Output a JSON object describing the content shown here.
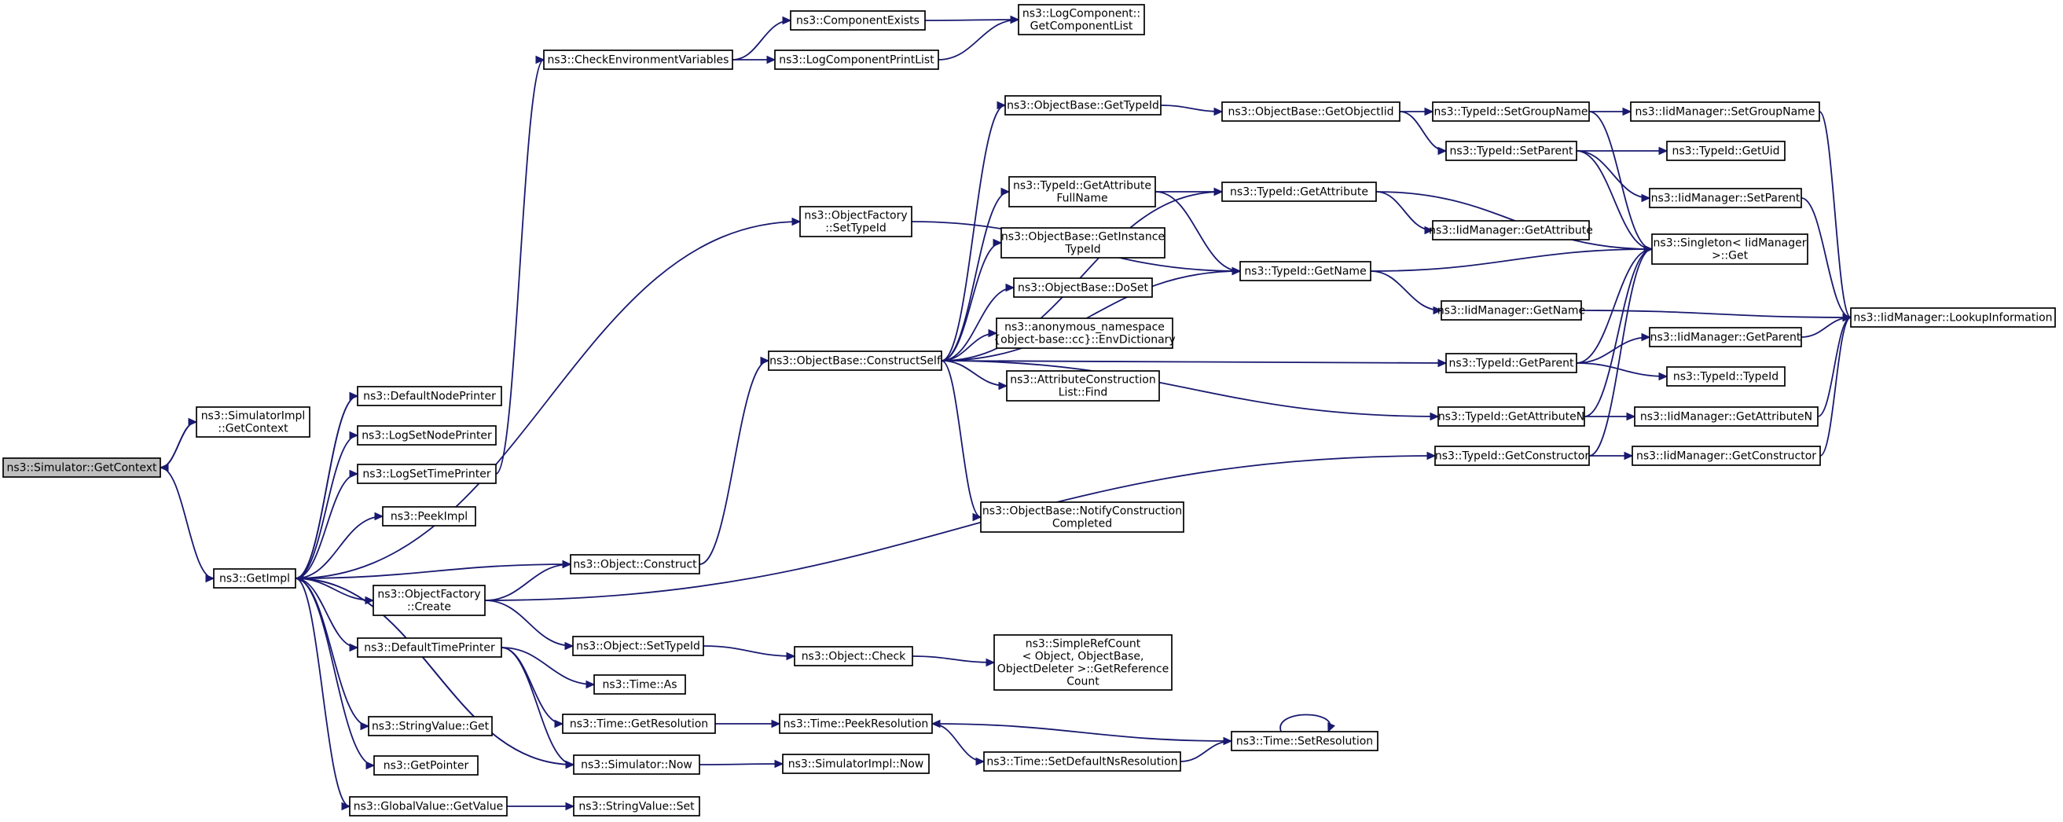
{
  "graph": {
    "nodes": [
      {
        "id": "sim_getcontext",
        "lines": [
          "ns3::Simulator::GetContext"
        ],
        "root": true
      },
      {
        "id": "simimpl_getcontext",
        "lines": [
          "ns3::SimulatorImpl",
          "::GetContext"
        ]
      },
      {
        "id": "getimpl",
        "lines": [
          "ns3::GetImpl"
        ]
      },
      {
        "id": "defaultnodeprinter",
        "lines": [
          "ns3::DefaultNodePrinter"
        ]
      },
      {
        "id": "logsetnodeprinter",
        "lines": [
          "ns3::LogSetNodePrinter"
        ]
      },
      {
        "id": "logsettimeprinter",
        "lines": [
          "ns3::LogSetTimePrinter"
        ]
      },
      {
        "id": "peekimpl",
        "lines": [
          "ns3::PeekImpl"
        ]
      },
      {
        "id": "objfactory_create",
        "lines": [
          "ns3::ObjectFactory",
          "::Create"
        ]
      },
      {
        "id": "defaulttimeprinter",
        "lines": [
          "ns3::DefaultTimePrinter"
        ]
      },
      {
        "id": "stringvalue_get",
        "lines": [
          "ns3::StringValue::Get"
        ]
      },
      {
        "id": "getpointer",
        "lines": [
          "ns3::GetPointer"
        ]
      },
      {
        "id": "globalvalue_getvalue",
        "lines": [
          "ns3::GlobalValue::GetValue"
        ]
      },
      {
        "id": "checkenv",
        "lines": [
          "ns3::CheckEnvironmentVariables"
        ]
      },
      {
        "id": "componentexists",
        "lines": [
          "ns3::ComponentExists"
        ]
      },
      {
        "id": "logcomponentprintlist",
        "lines": [
          "ns3::LogComponentPrintList"
        ]
      },
      {
        "id": "getcomponentlist",
        "lines": [
          "ns3::LogComponent::",
          "GetComponentList"
        ]
      },
      {
        "id": "objfactory_settypeid",
        "lines": [
          "ns3::ObjectFactory",
          "::SetTypeId"
        ]
      },
      {
        "id": "object_construct",
        "lines": [
          "ns3::Object::Construct"
        ]
      },
      {
        "id": "constructself",
        "lines": [
          "ns3::ObjectBase::ConstructSelf"
        ]
      },
      {
        "id": "object_settypeid",
        "lines": [
          "ns3::Object::SetTypeId"
        ]
      },
      {
        "id": "time_as",
        "lines": [
          "ns3::Time::As"
        ]
      },
      {
        "id": "time_getresolution",
        "lines": [
          "ns3::Time::GetResolution"
        ]
      },
      {
        "id": "simulator_now",
        "lines": [
          "ns3::Simulator::Now"
        ]
      },
      {
        "id": "stringvalue_set",
        "lines": [
          "ns3::StringValue::Set"
        ]
      },
      {
        "id": "objbase_gettypeid",
        "lines": [
          "ns3::ObjectBase::GetTypeId"
        ]
      },
      {
        "id": "typeid_getattrfullname",
        "lines": [
          "ns3::TypeId::GetAttribute",
          "FullName"
        ]
      },
      {
        "id": "getinstancetypeid",
        "lines": [
          "ns3::ObjectBase::GetInstance",
          "TypeId"
        ]
      },
      {
        "id": "doset",
        "lines": [
          "ns3::ObjectBase::DoSet"
        ]
      },
      {
        "id": "envdictionary",
        "lines": [
          "ns3::anonymous_namespace",
          "{object-base::cc}::EnvDictionary"
        ]
      },
      {
        "id": "attrconstrlist_find",
        "lines": [
          "ns3::AttributeConstruction",
          "List::Find"
        ]
      },
      {
        "id": "notifyconstruction",
        "lines": [
          "ns3::ObjectBase::NotifyConstruction",
          "Completed"
        ]
      },
      {
        "id": "object_check",
        "lines": [
          "ns3::Object::Check"
        ]
      },
      {
        "id": "time_peekresolution",
        "lines": [
          "ns3::Time::PeekResolution"
        ]
      },
      {
        "id": "simulatorimpl_now",
        "lines": [
          "ns3::SimulatorImpl::Now"
        ]
      },
      {
        "id": "simplerefcount",
        "lines": [
          "ns3::SimpleRefCount",
          "< Object, ObjectBase,",
          "ObjectDeleter >::GetReference",
          "Count"
        ]
      },
      {
        "id": "time_setdefaultns",
        "lines": [
          "ns3::Time::SetDefaultNsResolution"
        ]
      },
      {
        "id": "time_setresolution",
        "lines": [
          "ns3::Time::SetResolution"
        ]
      },
      {
        "id": "getobjectiid",
        "lines": [
          "ns3::ObjectBase::GetObjectIid"
        ]
      },
      {
        "id": "typeid_getattribute",
        "lines": [
          "ns3::TypeId::GetAttribute"
        ]
      },
      {
        "id": "typeid_getname",
        "lines": [
          "ns3::TypeId::GetName"
        ]
      },
      {
        "id": "typeid_setgroupname",
        "lines": [
          "ns3::TypeId::SetGroupName"
        ]
      },
      {
        "id": "typeid_setparent",
        "lines": [
          "ns3::TypeId::SetParent"
        ]
      },
      {
        "id": "iidmgr_getattribute",
        "lines": [
          "ns3::IidManager::GetAttribute"
        ]
      },
      {
        "id": "iidmgr_getname",
        "lines": [
          "ns3::IidManager::GetName"
        ]
      },
      {
        "id": "typeid_getparent",
        "lines": [
          "ns3::TypeId::GetParent"
        ]
      },
      {
        "id": "typeid_getattributen",
        "lines": [
          "ns3::TypeId::GetAttributeN"
        ]
      },
      {
        "id": "typeid_getconstructor",
        "lines": [
          "ns3::TypeId::GetConstructor"
        ]
      },
      {
        "id": "iidmgr_setgroupname",
        "lines": [
          "ns3::IidManager::SetGroupName"
        ]
      },
      {
        "id": "typeid_getuid",
        "lines": [
          "ns3::TypeId::GetUid"
        ]
      },
      {
        "id": "iidmgr_setparent",
        "lines": [
          "ns3::IidManager::SetParent"
        ]
      },
      {
        "id": "singleton_get",
        "lines": [
          "ns3::Singleton< IidManager",
          ">::Get"
        ]
      },
      {
        "id": "iidmgr_getparent",
        "lines": [
          "ns3::IidManager::GetParent"
        ]
      },
      {
        "id": "typeid_typeid",
        "lines": [
          "ns3::TypeId::TypeId"
        ]
      },
      {
        "id": "iidmgr_getattributen",
        "lines": [
          "ns3::IidManager::GetAttributeN"
        ]
      },
      {
        "id": "iidmgr_getconstructor",
        "lines": [
          "ns3::IidManager::GetConstructor"
        ]
      },
      {
        "id": "iidmgr_lookupinformation",
        "lines": [
          "ns3::IidManager::LookupInformation"
        ]
      }
    ],
    "edges": [
      [
        "sim_getcontext",
        "simimpl_getcontext"
      ],
      [
        "sim_getcontext",
        "getimpl"
      ],
      [
        "simimpl_getcontext",
        "sim_getcontext"
      ],
      [
        "getimpl",
        "defaultnodeprinter"
      ],
      [
        "getimpl",
        "logsetnodeprinter"
      ],
      [
        "getimpl",
        "logsettimeprinter"
      ],
      [
        "getimpl",
        "peekimpl"
      ],
      [
        "getimpl",
        "objfactory_settypeid"
      ],
      [
        "getimpl",
        "object_construct"
      ],
      [
        "getimpl",
        "objfactory_create"
      ],
      [
        "getimpl",
        "defaulttimeprinter"
      ],
      [
        "getimpl",
        "stringvalue_get"
      ],
      [
        "getimpl",
        "getpointer"
      ],
      [
        "getimpl",
        "globalvalue_getvalue"
      ],
      [
        "getimpl",
        "simulator_now"
      ],
      [
        "getimpl",
        "defaultnodeprinter"
      ],
      [
        "logsettimeprinter",
        "checkenv"
      ],
      [
        "checkenv",
        "componentexists"
      ],
      [
        "checkenv",
        "logcomponentprintlist"
      ],
      [
        "componentexists",
        "getcomponentlist"
      ],
      [
        "logcomponentprintlist",
        "getcomponentlist"
      ],
      [
        "objfactory_settypeid",
        "typeid_getname"
      ],
      [
        "object_construct",
        "constructself"
      ],
      [
        "objfactory_create",
        "object_construct"
      ],
      [
        "objfactory_create",
        "object_settypeid"
      ],
      [
        "objfactory_create",
        "typeid_getconstructor"
      ],
      [
        "defaulttimeprinter",
        "time_as"
      ],
      [
        "defaulttimeprinter",
        "time_getresolution"
      ],
      [
        "defaulttimeprinter",
        "simulator_now"
      ],
      [
        "simulator_now",
        "getimpl"
      ],
      [
        "globalvalue_getvalue",
        "stringvalue_set"
      ],
      [
        "constructself",
        "objbase_gettypeid"
      ],
      [
        "constructself",
        "typeid_getattrfullname"
      ],
      [
        "constructself",
        "getinstancetypeid"
      ],
      [
        "constructself",
        "doset"
      ],
      [
        "constructself",
        "envdictionary"
      ],
      [
        "constructself",
        "attrconstrlist_find"
      ],
      [
        "constructself",
        "notifyconstruction"
      ],
      [
        "constructself",
        "typeid_getattribute"
      ],
      [
        "constructself",
        "typeid_getname"
      ],
      [
        "constructself",
        "typeid_getparent"
      ],
      [
        "constructself",
        "typeid_getattributen"
      ],
      [
        "object_settypeid",
        "object_check"
      ],
      [
        "object_check",
        "simplerefcount"
      ],
      [
        "time_getresolution",
        "time_peekresolution"
      ],
      [
        "simulator_now",
        "simulatorimpl_now"
      ],
      [
        "time_peekresolution",
        "time_setdefaultns"
      ],
      [
        "time_setdefaultns",
        "time_setresolution"
      ],
      [
        "time_setresolution",
        "time_peekresolution"
      ],
      [
        "time_setresolution",
        "time_setresolution"
      ],
      [
        "objbase_gettypeid",
        "getobjectiid"
      ],
      [
        "getobjectiid",
        "typeid_setgroupname"
      ],
      [
        "getobjectiid",
        "typeid_setparent"
      ],
      [
        "typeid_getattrfullname",
        "typeid_getattribute"
      ],
      [
        "typeid_getattrfullname",
        "typeid_getname"
      ],
      [
        "typeid_getattribute",
        "iidmgr_getattribute"
      ],
      [
        "typeid_getattribute",
        "singleton_get"
      ],
      [
        "typeid_getname",
        "iidmgr_getname"
      ],
      [
        "typeid_getname",
        "singleton_get"
      ],
      [
        "typeid_setgroupname",
        "iidmgr_setgroupname"
      ],
      [
        "typeid_setgroupname",
        "singleton_get"
      ],
      [
        "typeid_setparent",
        "typeid_getuid"
      ],
      [
        "typeid_setparent",
        "iidmgr_setparent"
      ],
      [
        "typeid_setparent",
        "singleton_get"
      ],
      [
        "typeid_getparent",
        "singleton_get"
      ],
      [
        "typeid_getparent",
        "iidmgr_getparent"
      ],
      [
        "typeid_getparent",
        "typeid_typeid"
      ],
      [
        "typeid_getattributen",
        "singleton_get"
      ],
      [
        "typeid_getattributen",
        "iidmgr_getattributen"
      ],
      [
        "typeid_getconstructor",
        "singleton_get"
      ],
      [
        "typeid_getconstructor",
        "iidmgr_getconstructor"
      ],
      [
        "iidmgr_setgroupname",
        "iidmgr_lookupinformation"
      ],
      [
        "iidmgr_setparent",
        "iidmgr_lookupinformation"
      ],
      [
        "iidmgr_getname",
        "iidmgr_lookupinformation"
      ],
      [
        "iidmgr_getparent",
        "iidmgr_lookupinformation"
      ],
      [
        "iidmgr_getattributen",
        "iidmgr_lookupinformation"
      ],
      [
        "iidmgr_getconstructor",
        "iidmgr_lookupinformation"
      ]
    ]
  }
}
